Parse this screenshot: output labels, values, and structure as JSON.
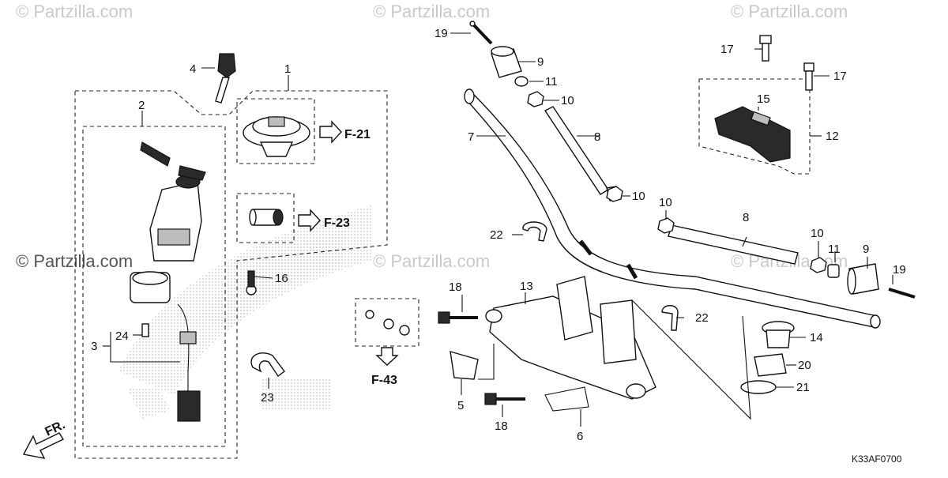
{
  "watermarks": {
    "top_left": "© Partzilla.com",
    "top_center": "© Partzilla.com",
    "top_right": "© Partzilla.com",
    "mid_left": "© Partzilla.com",
    "mid_center": "© Partzilla.com",
    "mid_right": "© Partzilla.com"
  },
  "diagram_code": "K33AF0700",
  "front_indicator": "FR.",
  "references": {
    "f21": "F-21",
    "f23": "F-23",
    "f43": "F-43"
  },
  "callouts": {
    "c1": "1",
    "c2": "2",
    "c3": "3",
    "c4": "4",
    "c5": "5",
    "c6": "6",
    "c7": "7",
    "c8a": "8",
    "c8b": "8",
    "c9a": "9",
    "c9b": "9",
    "c10a": "10",
    "c10b": "10",
    "c10c": "10",
    "c10d": "10",
    "c11a": "11",
    "c11b": "11",
    "c12": "12",
    "c13": "13",
    "c14": "14",
    "c15": "15",
    "c16": "16",
    "c17a": "17",
    "c17b": "17",
    "c18a": "18",
    "c18b": "18",
    "c19a": "19",
    "c19b": "19",
    "c20": "20",
    "c21": "21",
    "c22a": "22",
    "c22b": "22",
    "c23": "23",
    "c24": "24"
  },
  "colors": {
    "line": "#111111",
    "watermark": "#c9c9c9",
    "background": "#ffffff"
  }
}
